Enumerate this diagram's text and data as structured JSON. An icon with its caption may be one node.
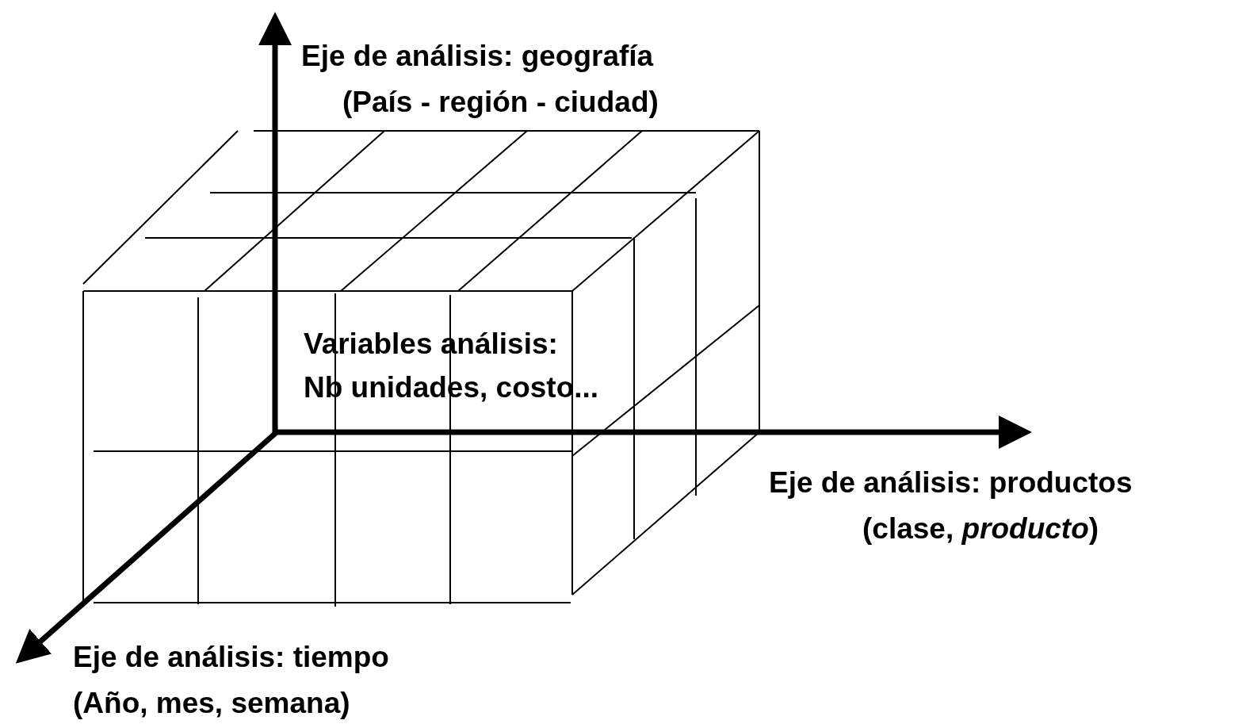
{
  "diagram": {
    "labels": [
      "Eje de análisis: geografía",
      "(País - región - ciudad)",
      "Variables análisis:",
      "Nb unidades, costo...",
      "Eje de análisis: productos",
      "(clase, *producto*)",
      "Eje de análisis: tiempo",
      "(Año, mes, semana)"
    ]
  }
}
